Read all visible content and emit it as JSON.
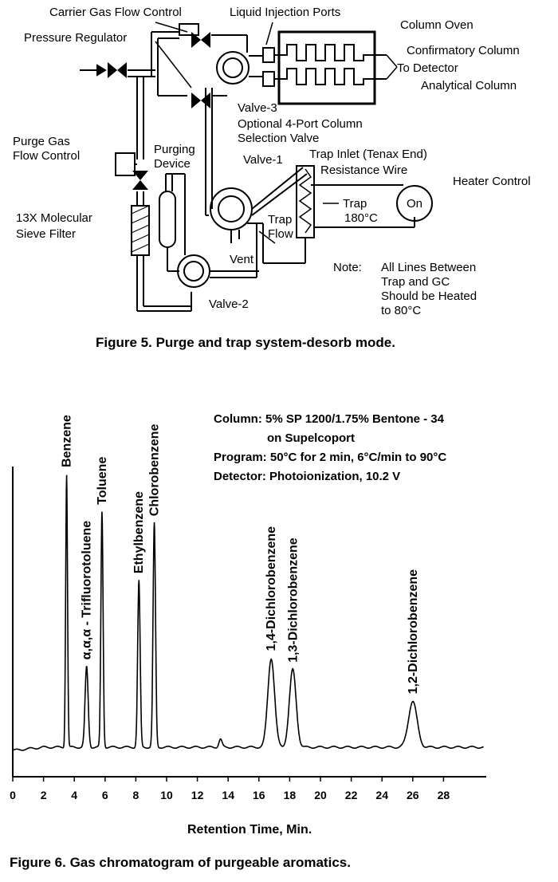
{
  "figure5": {
    "labels": {
      "carrier_gas": "Carrier Gas Flow Control",
      "liquid_injection": "Liquid Injection Ports",
      "column_oven": "Column Oven",
      "pressure_regulator": "Pressure Regulator",
      "confirmatory_column": "Confirmatory Column",
      "to_detector": "To Detector",
      "analytical_column": "Analytical Column",
      "valve3": "Valve-3",
      "valve3_desc1": "Optional 4-Port Column",
      "valve3_desc2": "Selection Valve",
      "purge_gas1": "Purge Gas",
      "purge_gas2": "Flow Control",
      "purging1": "Purging",
      "purging2": "Device",
      "valve1": "Valve-1",
      "trap_inlet": "Trap Inlet (Tenax End)",
      "resistance_wire": "Resistance Wire",
      "heater_control": "Heater Control",
      "heater_on": "On",
      "trap": "Trap",
      "trap_temp": "180°C",
      "sieve1": "13X Molecular",
      "sieve2": "Sieve Filter",
      "trap_flow1": "Trap",
      "trap_flow2": "Flow",
      "vent": "Vent",
      "note_head": "Note:",
      "note1": "All Lines Between",
      "note2": "Trap and GC",
      "note3": "Should be Heated",
      "note4": "to 80°C",
      "valve2": "Valve-2"
    },
    "caption": "Figure 5. Purge and trap system-desorb mode."
  },
  "figure6": {
    "info": {
      "line1": "Column: 5% SP 1200/1.75% Bentone - 34",
      "line2": "on Supelcoport",
      "line3": "Program: 50°C for 2 min, 6°C/min to 90°C",
      "line4": "Detector: Photoionization, 10.2 V"
    },
    "caption": "Figure 6.   Gas chromatogram of purgeable aromatics."
  },
  "chart_data": {
    "type": "line",
    "xlabel": "Retention Time, Min.",
    "ylabel": "",
    "xlim": [
      0,
      31
    ],
    "x_ticks": [
      0,
      2,
      4,
      6,
      8,
      10,
      12,
      14,
      16,
      18,
      20,
      22,
      24,
      26,
      28
    ],
    "grid": false,
    "peaks": [
      {
        "name": "Benzene",
        "x": 3.5,
        "height": 0.95
      },
      {
        "name": "α,α,α - Trifluorotoluene",
        "x": 4.8,
        "height": 0.28
      },
      {
        "name": "Toluene",
        "x": 5.8,
        "height": 0.82
      },
      {
        "name": "Ethylbenzene",
        "x": 8.2,
        "height": 0.58
      },
      {
        "name": "Chlorobenzene",
        "x": 9.2,
        "height": 0.78
      },
      {
        "name": "1,4-Dichlorobenzene",
        "x": 16.8,
        "height": 0.31
      },
      {
        "name": "1,3-Dichlorobenzene",
        "x": 18.2,
        "height": 0.27
      },
      {
        "name": "1,2-Dichlorobenzene",
        "x": 26.0,
        "height": 0.16
      }
    ]
  }
}
